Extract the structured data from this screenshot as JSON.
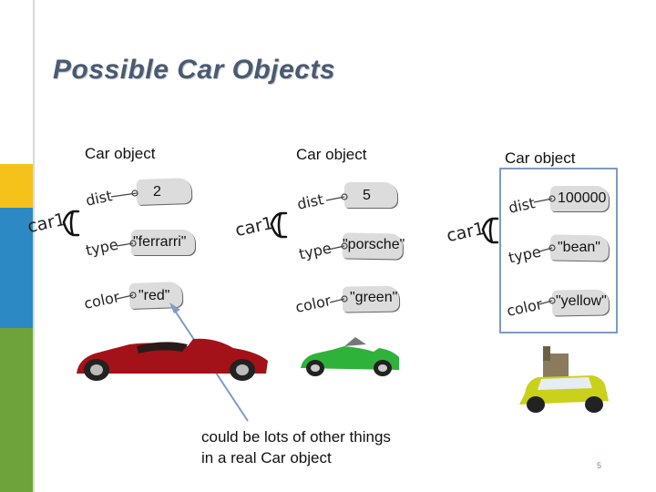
{
  "title": "Possible Car Objects",
  "colors": {
    "bar_yellow": "#f4c21a",
    "bar_blue": "#2c89c4",
    "bar_green": "#6ea33b",
    "title": "#4a5a72",
    "frame": "#7f9ac4"
  },
  "objects": [
    {
      "caption": "Car object",
      "variable": "car1",
      "fields": [
        {
          "name": "dist",
          "value": "2"
        },
        {
          "name": "type",
          "value": "\"ferrarri\""
        },
        {
          "name": "color",
          "value": "\"red\""
        }
      ]
    },
    {
      "caption": "Car object",
      "variable": "car1",
      "fields": [
        {
          "name": "dist",
          "value": "5"
        },
        {
          "name": "type",
          "value": "\"porsche\""
        },
        {
          "name": "color",
          "value": "\"green\""
        }
      ]
    },
    {
      "caption": "Car object",
      "variable": "car1",
      "fields": [
        {
          "name": "dist",
          "value": "100000"
        },
        {
          "name": "type",
          "value": "\"bean\""
        },
        {
          "name": "color",
          "value": "\"yellow\""
        }
      ]
    }
  ],
  "note": {
    "line1": "could be lots of other things",
    "line2": "in a real Car object"
  },
  "page_number": "5"
}
